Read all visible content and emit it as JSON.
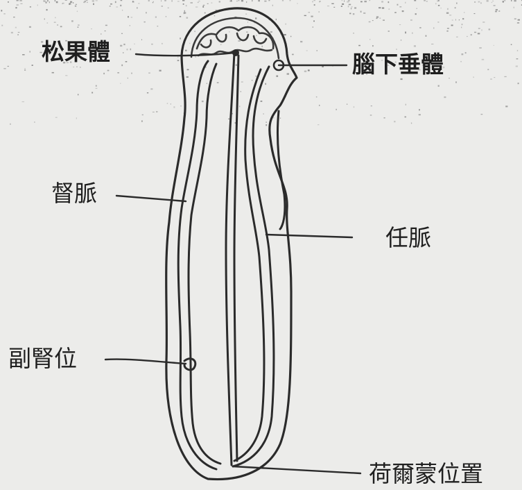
{
  "labels": {
    "pineal": "松果體",
    "pituitary": "腦下垂體",
    "du_mai": "督脈",
    "ren_mai": "任脈",
    "adrenal": "副腎位",
    "hormone": "荷爾蒙位置"
  }
}
